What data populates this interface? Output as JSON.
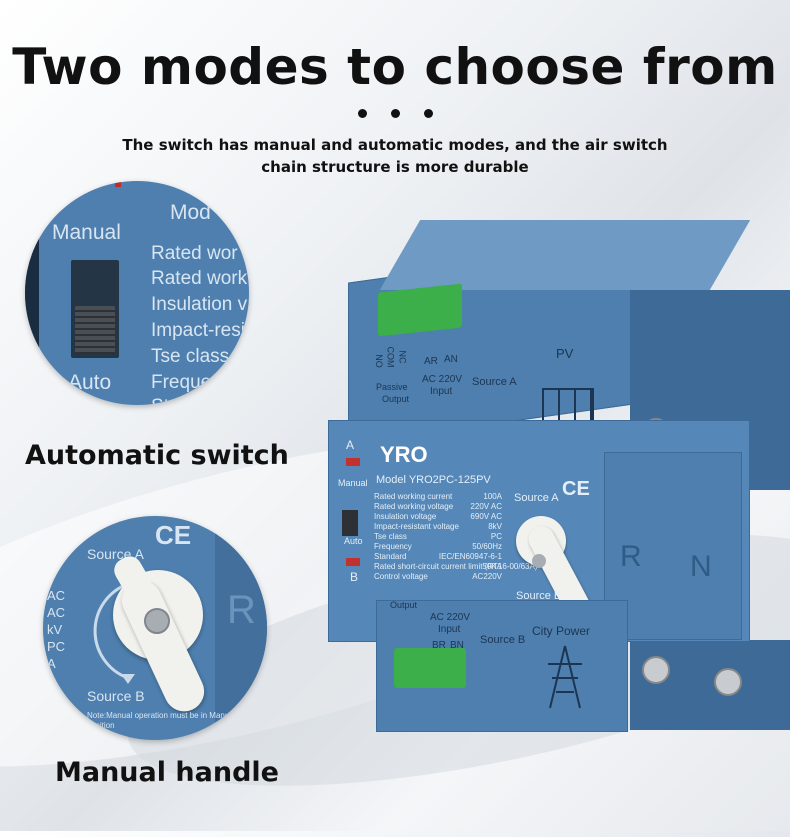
{
  "header": {
    "title": "Two modes to choose from",
    "subtitle": "The switch has manual and automatic modes, and the air switch chain structure is more durable"
  },
  "inset_auto": {
    "caption": "Automatic switch",
    "label_manual": "Manual",
    "label_auto": "Auto",
    "label_mode": "Mod",
    "lines": [
      "Rated wor",
      "Rated work",
      "Insulation v",
      "Impact-resi",
      "Tse class",
      "Frequen",
      "Stand"
    ]
  },
  "inset_manual": {
    "caption": "Manual handle",
    "ce": "CE",
    "source_a": "Source A",
    "source_b": "Source B",
    "r": "R",
    "note": "Note:Manual operation must be in Manual position",
    "side": [
      "AC",
      "AC",
      "kV",
      "PC",
      "A"
    ]
  },
  "device": {
    "brand": "YRO",
    "model": "Model YRO2PC-125PV",
    "indicator_a": "A",
    "indicator_b": "B",
    "manual": "Manual",
    "auto": "Auto",
    "ce": "CE",
    "source_a": "Source A",
    "source_b": "Source B",
    "specs": [
      {
        "label": "Rated working current",
        "value": "100A"
      },
      {
        "label": "Rated working voltage",
        "value": "220V AC"
      },
      {
        "label": "Insulation voltage",
        "value": "690V AC"
      },
      {
        "label": "Impact-resistant voltage",
        "value": "8kV"
      },
      {
        "label": "Tse class",
        "value": "PC"
      },
      {
        "label": "Frequency",
        "value": "50/60Hz"
      },
      {
        "label": "Standard",
        "value": "IEC/EN60947-6-1"
      },
      {
        "label": "Rated short-circuit current limit (RT16-00/63A)",
        "value": "50KA"
      },
      {
        "label": "Control voltage",
        "value": "AC220V"
      }
    ],
    "top_panel": {
      "no": "NO",
      "com": "COM",
      "nc": "NC",
      "ar": "AR",
      "an": "AN",
      "passive": "Passive",
      "output": "Output",
      "ac_input": "AC 220V",
      "input": "Input",
      "source_a": "Source A",
      "pv": "PV"
    },
    "bottom_panel": {
      "output": "Output",
      "ac_input": "AC 220V",
      "input": "Input",
      "br": "BR",
      "bn": "BN",
      "source_b": "Source B",
      "city_power": "City Power"
    },
    "r": "R",
    "n": "N"
  },
  "colors": {
    "body_blue": "#4e7fae",
    "dark_blue": "#3d6a96",
    "terminal_green": "#3cae4a",
    "handle_white": "#f1f1ee"
  }
}
